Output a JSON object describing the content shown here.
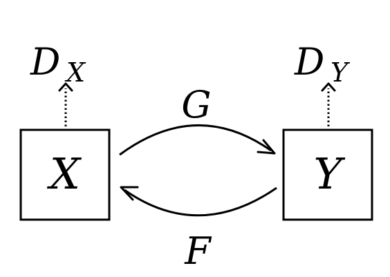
{
  "nodes": {
    "x": {
      "label": "X"
    },
    "y": {
      "label": "Y"
    }
  },
  "discriminators": {
    "dx": {
      "base": "D",
      "sub": "X"
    },
    "dy": {
      "base": "D",
      "sub": "Y"
    }
  },
  "mappings": {
    "g": {
      "label": "G"
    },
    "f": {
      "label": "F"
    }
  },
  "colors": {
    "stroke": "#000000",
    "background": "#ffffff"
  }
}
